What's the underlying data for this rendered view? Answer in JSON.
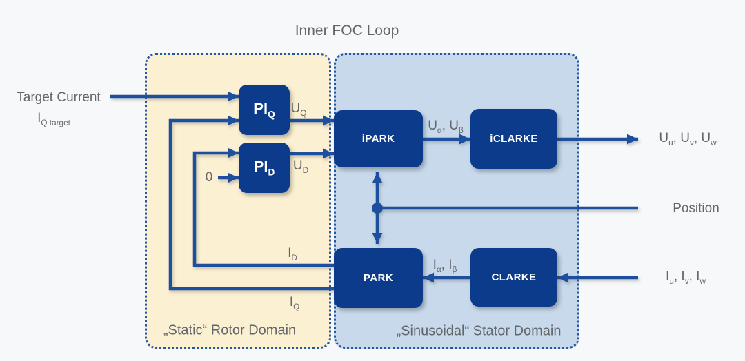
{
  "title": "Inner FOC Loop",
  "domains": {
    "rotor": {
      "label": "„Static“ Rotor Domain"
    },
    "stator": {
      "label": "„Sinusoidal“ Stator Domain"
    }
  },
  "blocks": {
    "pi_q": {
      "label": [
        {
          "t": "PI"
        },
        {
          "sub": "Q"
        }
      ]
    },
    "pi_d": {
      "label": [
        {
          "t": "PI"
        },
        {
          "sub": "D"
        }
      ]
    },
    "ipark": {
      "label": "iPARK"
    },
    "iclarke": {
      "label": "iCLARKE"
    },
    "park": {
      "label": "PARK"
    },
    "clarke": {
      "label": "CLARKE"
    }
  },
  "signals": {
    "target_current_title": "Target Current",
    "target_current_sub": [
      {
        "t": "I"
      },
      {
        "sub": "Q target"
      }
    ],
    "zero": "0",
    "u_q": [
      {
        "t": "U"
      },
      {
        "sub": "Q"
      }
    ],
    "u_d": [
      {
        "t": "U"
      },
      {
        "sub": "D"
      }
    ],
    "u_alpha_beta": [
      {
        "t": "U"
      },
      {
        "sub": "α"
      },
      {
        "t": ", U"
      },
      {
        "sub": "β"
      }
    ],
    "u_uvw": [
      {
        "t": "U"
      },
      {
        "sub": "u"
      },
      {
        "t": ", U"
      },
      {
        "sub": "v"
      },
      {
        "t": ", U"
      },
      {
        "sub": "w"
      }
    ],
    "position": "Position",
    "i_alpha_beta": [
      {
        "t": "I"
      },
      {
        "sub": "α"
      },
      {
        "t": ", I"
      },
      {
        "sub": "β"
      }
    ],
    "i_uvw": [
      {
        "t": "I"
      },
      {
        "sub": "u"
      },
      {
        "t": ", I"
      },
      {
        "sub": "v"
      },
      {
        "t": ", I"
      },
      {
        "sub": "w"
      }
    ],
    "i_d": [
      {
        "t": "I"
      },
      {
        "sub": "D"
      }
    ],
    "i_q": [
      {
        "t": "I"
      },
      {
        "sub": "Q"
      }
    ]
  },
  "colors": {
    "block_fill": "#0C3B8B",
    "line": "#1E4F9E",
    "rotor_fill": "#FBF0D1",
    "stator_fill": "#C7D9EB",
    "border": "#2456A4",
    "text_gray": "#63666B",
    "background": "#F7F8FA"
  }
}
